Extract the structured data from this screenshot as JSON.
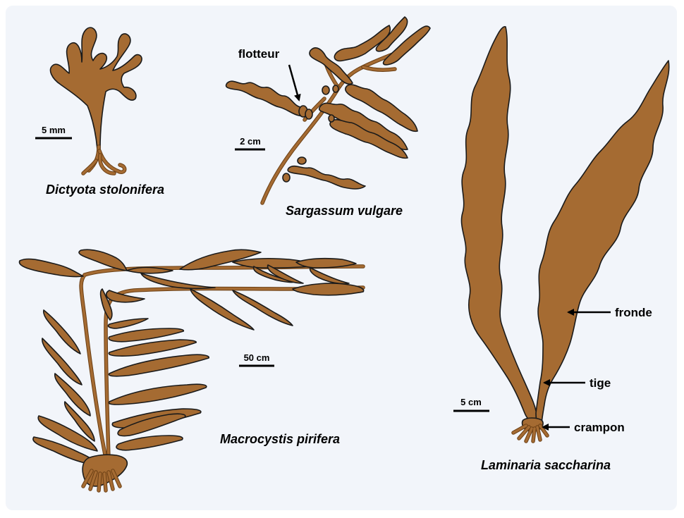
{
  "species": {
    "dictyota": "Dictyota stolonifera",
    "sargassum": "Sargassum vulgare",
    "macrocystis": "Macrocystis pirifera",
    "laminaria": "Laminaria saccharina"
  },
  "scales": {
    "dictyota": "5 mm",
    "sargassum": "2 cm",
    "macrocystis": "50 cm",
    "laminaria": "5 cm"
  },
  "parts": {
    "float": "flotteur",
    "blade": "fronde",
    "stipe": "tige",
    "holdfast": "crampon"
  },
  "colors": {
    "alga_fill": "#a56b32",
    "outline": "#1a1a1a",
    "background": "#f2f5fa"
  }
}
